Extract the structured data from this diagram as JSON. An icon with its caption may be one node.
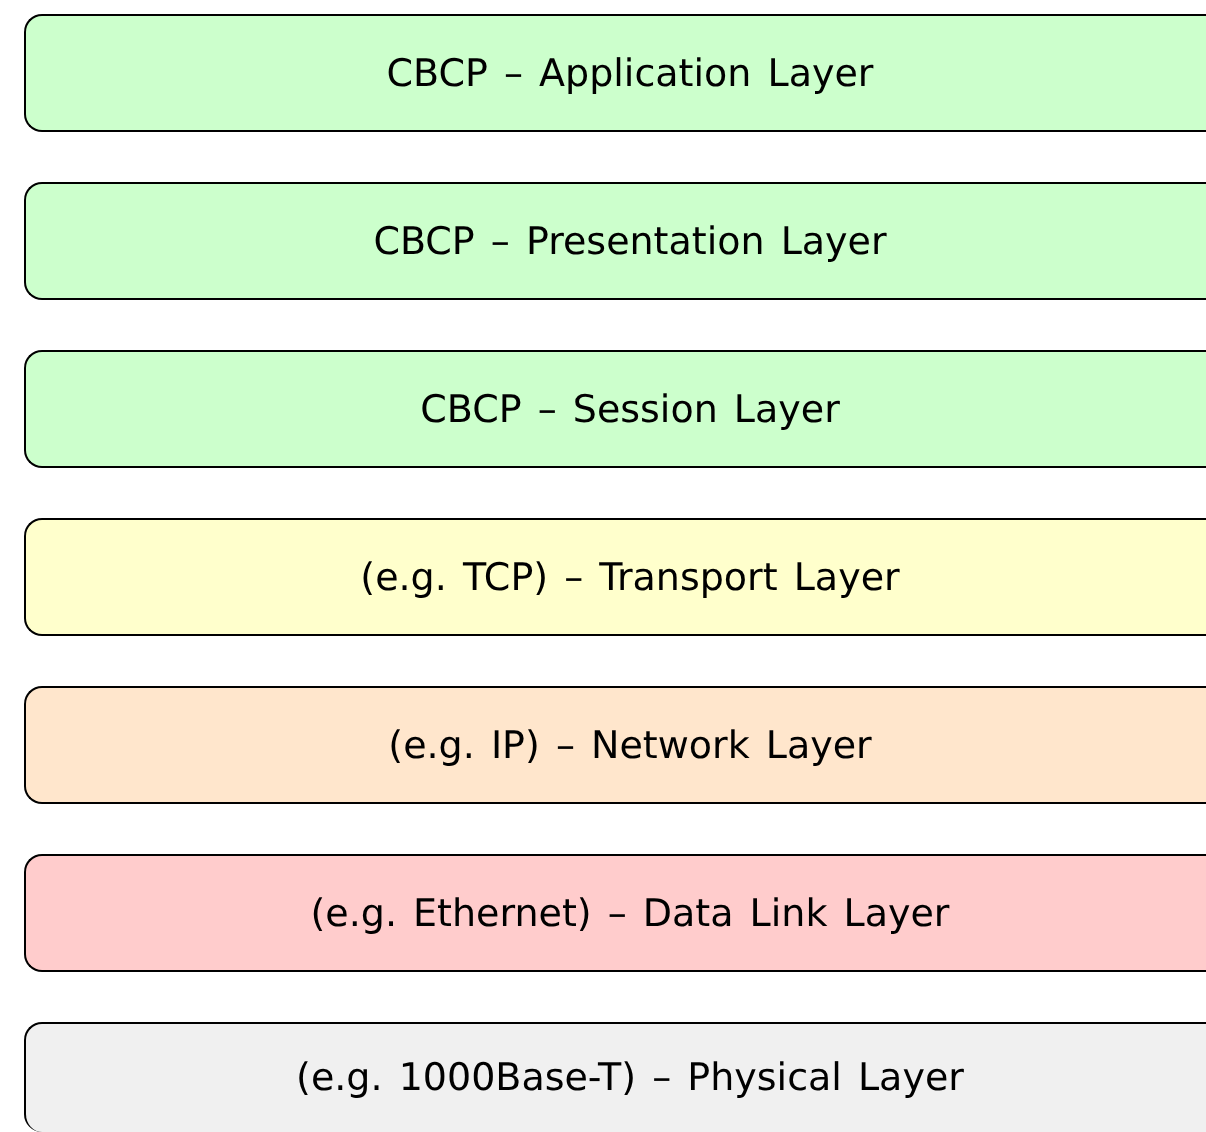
{
  "diagram": {
    "nodes": [
      {
        "text": [
          "CBCP – Application Layer"
        ]
      },
      {
        "text": [
          "CBCP – Presentation Layer"
        ]
      },
      {
        "text": [
          "CBCP – Session Layer"
        ]
      },
      {
        "text": [
          "(e.g. TCP) – Transport Layer"
        ]
      },
      {
        "text": [
          "(e.g. IP) – Network Layer"
        ]
      },
      {
        "text": [
          "(e.g. Ethernet) – Data Link Layer"
        ]
      },
      {
        "text": [
          "(e.g. 1000Base-T) – Physical Layer"
        ]
      }
    ]
  }
}
